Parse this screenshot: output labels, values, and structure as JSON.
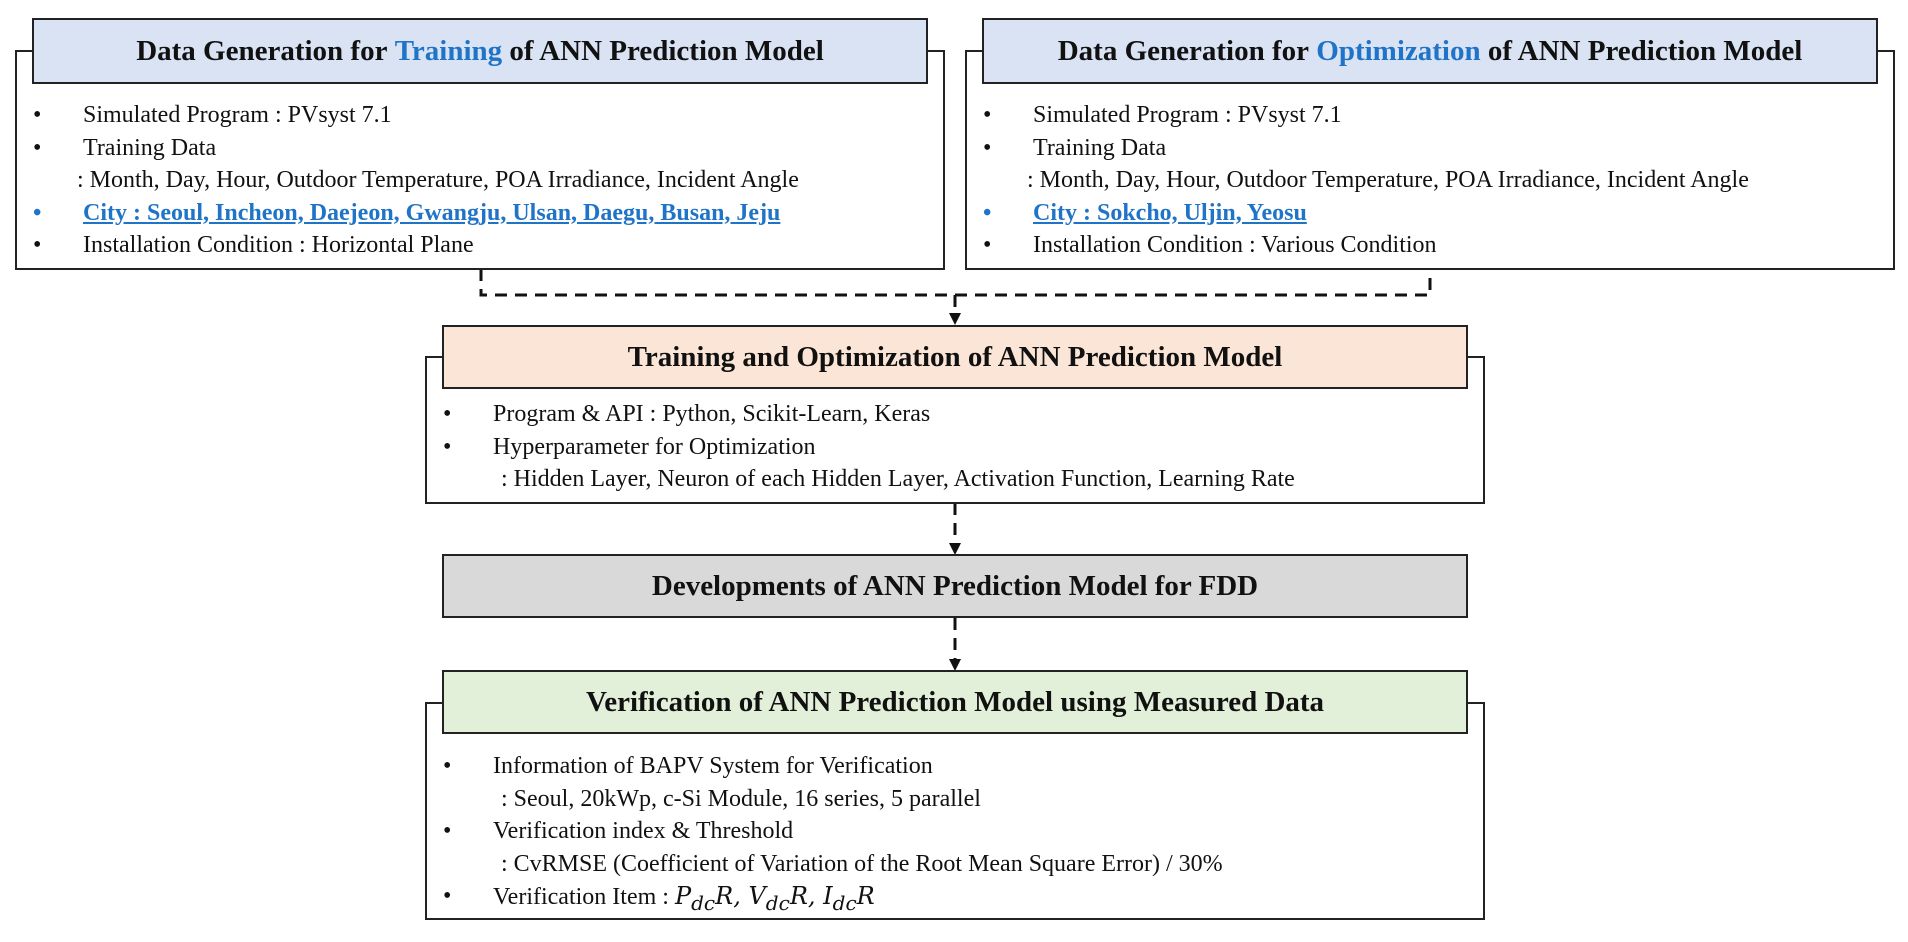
{
  "box1": {
    "title_pre": "Data Generation for ",
    "title_accent": "Training",
    "title_post": " of ANN Prediction Model",
    "items": [
      "Simulated Program : PVsyst 7.1",
      "Training Data",
      ": Month, Day, Hour, Outdoor Temperature, POA Irradiance, Incident Angle",
      "City : Seoul, Incheon, Daejeon, Gwangju, Ulsan, Daegu, Busan, Jeju",
      "Installation Condition : Horizontal Plane"
    ]
  },
  "box2": {
    "title_pre": "Data Generation for ",
    "title_accent": "Optimization",
    "title_post": " of ANN Prediction Model",
    "items": [
      "Simulated Program : PVsyst 7.1",
      "Training Data",
      ": Month, Day, Hour, Outdoor Temperature, POA Irradiance, Incident Angle",
      "City : Sokcho, Uljin, Yeosu",
      "Installation Condition : Various Condition"
    ]
  },
  "box3": {
    "title": "Training and Optimization of ANN Prediction Model",
    "items": [
      "Program & API : Python, Scikit-Learn, Keras",
      "Hyperparameter for Optimization",
      ": Hidden Layer, Neuron of each Hidden Layer, Activation Function, Learning Rate"
    ]
  },
  "box4": {
    "title": "Developments of ANN Prediction Model for FDD"
  },
  "box5": {
    "title": "Verification of ANN Prediction Model using Measured Data",
    "items": [
      "Information of BAPV System for Verification",
      ": Seoul, 20kWp, c-Si Module, 16 series, 5 parallel",
      "Verification index & Threshold",
      ": CvRMSE (Coefficient of Variation of the Root Mean Square Error) / 30%",
      "Verification Item : "
    ],
    "verify_terms": [
      "P",
      "dc",
      "R",
      ", ",
      "V",
      "dc",
      "R",
      ", ",
      "I",
      "dc",
      "R"
    ]
  },
  "colors": {
    "accent": "#1f74c8",
    "header_blue": "#dae3f3",
    "header_orange": "#fbe5d6",
    "header_gray": "#d9d9d9",
    "header_green": "#e2f0d9"
  }
}
